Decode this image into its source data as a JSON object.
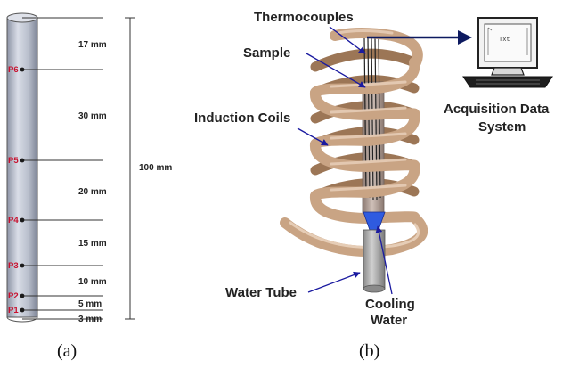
{
  "panel_a": {
    "caption": "(a)",
    "segments": [
      {
        "label": "17 mm",
        "value_mm": 17
      },
      {
        "label": "30 mm",
        "value_mm": 30
      },
      {
        "label": "20 mm",
        "value_mm": 20
      },
      {
        "label": "15 mm",
        "value_mm": 15
      },
      {
        "label": "10 mm",
        "value_mm": 10
      },
      {
        "label": "5 mm",
        "value_mm": 5
      },
      {
        "label": "3 mm",
        "value_mm": 3
      }
    ],
    "total_label": "100 mm",
    "points": [
      {
        "label": "P6",
        "mm_from_bottom": 83
      },
      {
        "label": "P5",
        "mm_from_bottom": 53
      },
      {
        "label": "P4",
        "mm_from_bottom": 33
      },
      {
        "label": "P3",
        "mm_from_bottom": 18
      },
      {
        "label": "P2",
        "mm_from_bottom": 8
      },
      {
        "label": "P1",
        "mm_from_bottom": 3
      }
    ],
    "colors": {
      "rod": "#c6ccd8",
      "point": "#c8102e"
    }
  },
  "panel_b": {
    "caption": "(b)",
    "labels": {
      "thermocouples": "Thermocouples",
      "sample": "Sample",
      "induction_coils": "Induction Coils",
      "water_tube": "Water Tube",
      "cooling_water_line1": "Cooling",
      "cooling_water_line2": "Water",
      "acquisition_line1": "Acquisition Data",
      "acquisition_line2": "System"
    },
    "monitor_screen_text": "Txt",
    "colors": {
      "coil": "#c9a484",
      "coil_dark": "#9c7656",
      "arrow": "#1a1aa0",
      "cooling": "#2f5be0",
      "sample": "#8b1a1a"
    }
  }
}
